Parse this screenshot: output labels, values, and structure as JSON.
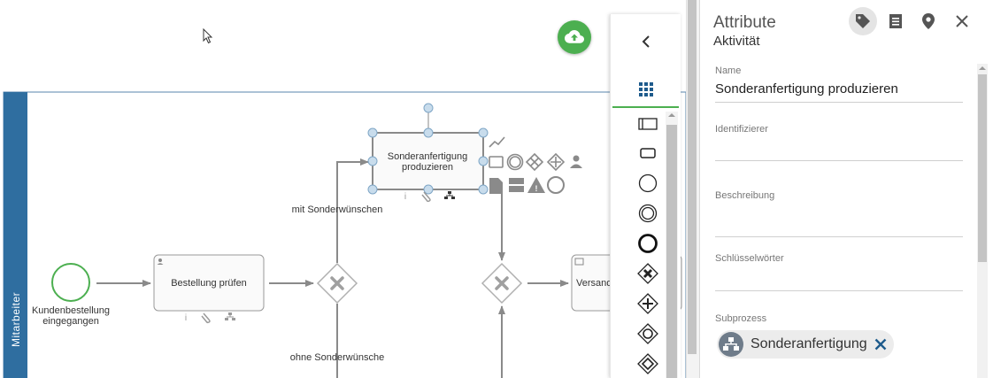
{
  "diagram": {
    "lane_label": "Mitarbeiter",
    "start_event_label_line1": "Kundenbestellung",
    "start_event_label_line2": "eingegangen",
    "task1_label": "Bestellung prüfen",
    "task2_label_line1": "Sonderanfertigung",
    "task2_label_line2": "produzieren",
    "task3_label": "Versand",
    "flow_upper_label": "mit Sonderwünschen",
    "flow_lower_label": "ohne Sonderwünsche"
  },
  "panel": {
    "title": "Attribute",
    "subtitle": "Aktivität",
    "fields": {
      "name_label": "Name",
      "name_value": "Sonderanfertigung produzieren",
      "identifier_label": "Identifizierer",
      "identifier_value": "",
      "description_label": "Beschreibung",
      "description_value": "",
      "keywords_label": "Schlüsselwörter",
      "keywords_value": "",
      "subprocess_label": "Subprozess",
      "subprocess_chip": "Sonderanfertigung"
    }
  },
  "icons": {
    "upload": "cloud-upload-icon",
    "panel_tabs": [
      "tag-icon",
      "list-icon",
      "location-pin-icon",
      "close-icon"
    ],
    "palette": [
      "chevron-left-icon",
      "grid-icon",
      "pool-icon",
      "task-icon",
      "start-event-icon",
      "intermediate-event-icon",
      "end-event-icon",
      "exclusive-gateway-icon",
      "parallel-gateway-icon",
      "inclusive-gateway-icon",
      "complex-gateway-icon"
    ]
  },
  "colors": {
    "accent_green": "#4caf50",
    "lane_blue": "#2f6ea0",
    "selection_blue": "#8fb5d2",
    "start_event_green": "#4caf50"
  }
}
